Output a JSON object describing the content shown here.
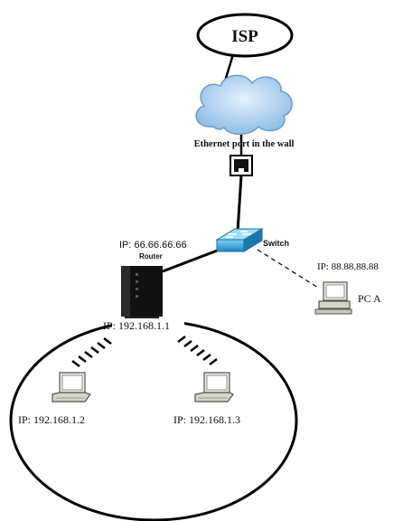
{
  "isp": {
    "label": "ISP"
  },
  "wall_port": {
    "label": "Ethernet port in the wall"
  },
  "switch": {
    "label": "Switch"
  },
  "router": {
    "label": "Router",
    "wan_ip": "IP: 66.66.66.66",
    "lan_ip": "IP: 192.168.1.1"
  },
  "pc_a": {
    "label": "PC A",
    "ip": "IP: 88.88.88.88"
  },
  "laptop_1": {
    "ip": "IP: 192.168.1.2"
  },
  "laptop_2": {
    "ip": "IP: 192.168.1.3"
  },
  "colors": {
    "cloud": "#a9cdea",
    "switch": "#3aa6d8",
    "router": "#111111",
    "lines": "#000000"
  }
}
